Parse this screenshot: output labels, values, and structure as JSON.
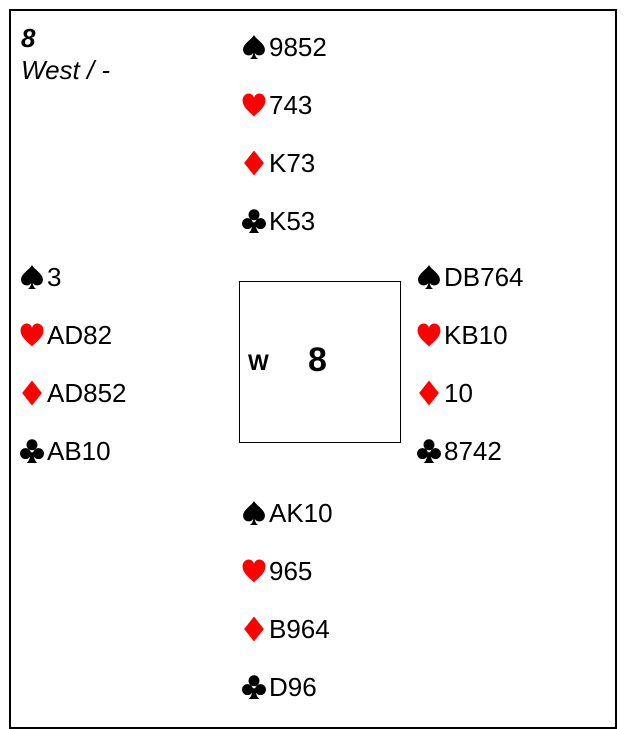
{
  "board": {
    "number": "8",
    "dealer_vuln": "West / -"
  },
  "table": {
    "dealer": "W",
    "board_number": "8"
  },
  "colors": {
    "black_suit": "#000000",
    "red_suit": "#ff0000"
  },
  "hands": {
    "north": {
      "spades": "9852",
      "hearts": "743",
      "diamonds": "K73",
      "clubs": "K53"
    },
    "west": {
      "spades": "3",
      "hearts": "AD82",
      "diamonds": "AD852",
      "clubs": "AB10"
    },
    "east": {
      "spades": "DB764",
      "hearts": "KB10",
      "diamonds": "10",
      "clubs": "8742"
    },
    "south": {
      "spades": "AK10",
      "hearts": "965",
      "diamonds": "B964",
      "clubs": "D96"
    }
  }
}
